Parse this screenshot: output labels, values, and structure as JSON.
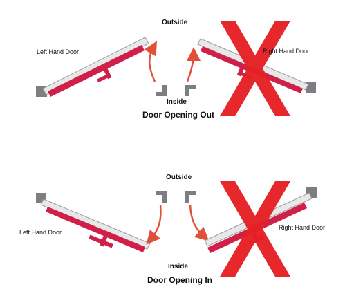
{
  "top": {
    "outside": "Outside",
    "inside": "Inside",
    "left_door": "Left Hand Door",
    "right_door": "Right Hand Door",
    "caption": "Door Opening Out"
  },
  "bottom": {
    "outside": "Outside",
    "inside": "Inside",
    "left_door": "Left Hand Door",
    "right_door": "Right Hand Door",
    "caption": "Door Opening In"
  },
  "colors": {
    "door_face": "#e8e8e8",
    "door_edge": "#9a9a9a",
    "door_panel": "#d0204a",
    "cross": "#e52025",
    "arrow": "#e0503a",
    "frame": "#7d7e82"
  },
  "icons": [
    "frame-block-icon",
    "swing-arrow-icon",
    "cross-mark-icon",
    "door-handle-icon"
  ]
}
